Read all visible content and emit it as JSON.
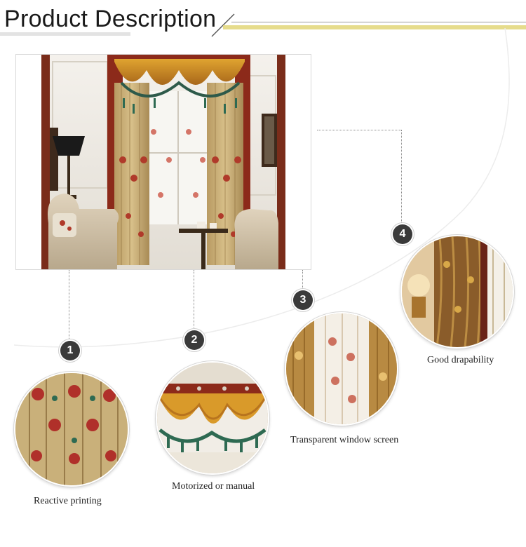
{
  "header": {
    "title": "Product Description"
  },
  "badges": [
    "1",
    "2",
    "3",
    "4"
  ],
  "features": [
    {
      "label": "Reactive printing"
    },
    {
      "label": "Motorized or manual"
    },
    {
      "label": "Transparent window screen"
    },
    {
      "label": "Good drapability"
    }
  ],
  "colors": {
    "accent_gold": "#e6dc8c",
    "badge": "#3a3a3a",
    "curtain_gold": "#c8962e",
    "curtain_red": "#8c2a1a"
  }
}
